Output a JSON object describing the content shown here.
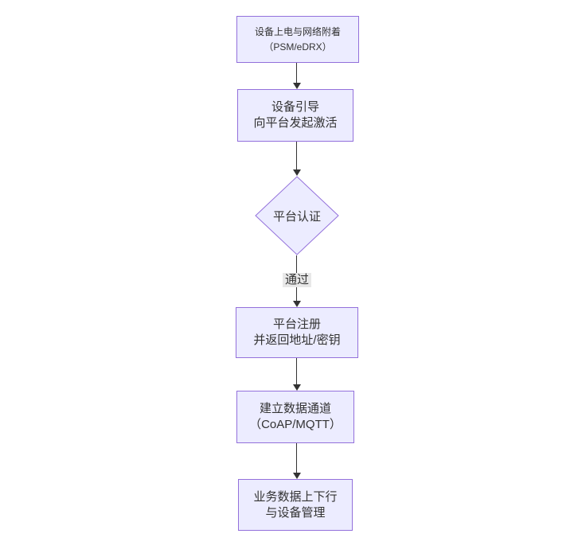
{
  "diagram": {
    "type": "flowchart",
    "direction": "top-down",
    "colors": {
      "background": "#ffffff",
      "node_fill": "#ECECFF",
      "node_border": "#9370DB",
      "edge_line": "#333333",
      "text": "#333333",
      "edge_label_bg": "#e8e8e8"
    },
    "nodes": [
      {
        "id": "power-attach",
        "shape": "rect",
        "lines": [
          "设备上电与网络附着",
          "（PSM/eDRX）"
        ]
      },
      {
        "id": "bootstrap",
        "shape": "rect",
        "lines": [
          "设备引导",
          "向平台发起激活"
        ]
      },
      {
        "id": "platform-auth",
        "shape": "diamond",
        "lines": [
          "平台认证"
        ]
      },
      {
        "id": "register",
        "shape": "rect",
        "lines": [
          "平台注册",
          "并返回地址/密钥"
        ]
      },
      {
        "id": "data-channel",
        "shape": "rect",
        "lines": [
          "建立数据通道",
          "（CoAP/MQTT）"
        ]
      },
      {
        "id": "business-data",
        "shape": "rect",
        "lines": [
          "业务数据上下行",
          "与设备管理"
        ]
      }
    ],
    "edges": [
      {
        "from": "power-attach",
        "to": "bootstrap",
        "label": ""
      },
      {
        "from": "bootstrap",
        "to": "platform-auth",
        "label": ""
      },
      {
        "from": "platform-auth",
        "to": "register",
        "label": "通过"
      },
      {
        "from": "register",
        "to": "data-channel",
        "label": ""
      },
      {
        "from": "data-channel",
        "to": "business-data",
        "label": ""
      }
    ]
  }
}
